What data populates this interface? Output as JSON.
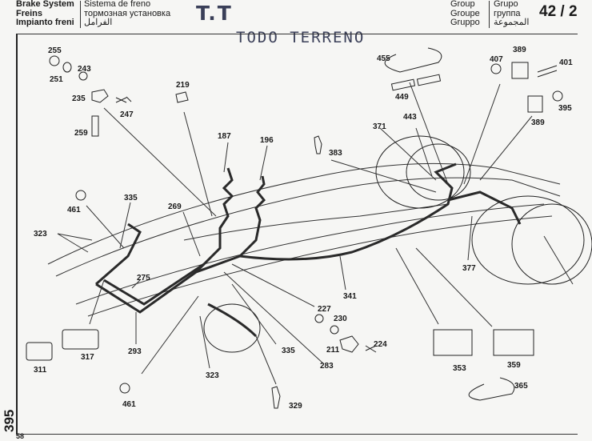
{
  "header": {
    "left_titles": [
      "Brake System",
      "Freins",
      "Impianto freni"
    ],
    "mid_titles": [
      "Sistema de freno",
      "тормозная установка",
      "الفرامل"
    ],
    "group_titles": [
      "Group",
      "Groupe",
      "Gruppo"
    ],
    "group_titles2": [
      "Grupo",
      "группа",
      "المجموعة"
    ],
    "group_code": "42 / 2"
  },
  "stamps": {
    "tt": "T.T",
    "todo_terreno": "TODO TERRENO"
  },
  "margin": {
    "side_number": "395",
    "page_number": "58"
  },
  "part_labels": [
    {
      "id": "255",
      "text": "255"
    },
    {
      "id": "243",
      "text": "243"
    },
    {
      "id": "251",
      "text": "251"
    },
    {
      "id": "235",
      "text": "235"
    },
    {
      "id": "247",
      "text": "247"
    },
    {
      "id": "259",
      "text": "259"
    },
    {
      "id": "219",
      "text": "219"
    },
    {
      "id": "187",
      "text": "187"
    },
    {
      "id": "196",
      "text": "196"
    },
    {
      "id": "383",
      "text": "383"
    },
    {
      "id": "455",
      "text": "455"
    },
    {
      "id": "449",
      "text": "449"
    },
    {
      "id": "443",
      "text": "443"
    },
    {
      "id": "371",
      "text": "371"
    },
    {
      "id": "407",
      "text": "407"
    },
    {
      "id": "389a",
      "text": "389"
    },
    {
      "id": "401",
      "text": "401"
    },
    {
      "id": "395",
      "text": "395"
    },
    {
      "id": "389b",
      "text": "389"
    },
    {
      "id": "461a",
      "text": "461"
    },
    {
      "id": "335a",
      "text": "335"
    },
    {
      "id": "269",
      "text": "269"
    },
    {
      "id": "323a",
      "text": "323"
    },
    {
      "id": "275",
      "text": "275"
    },
    {
      "id": "377",
      "text": "377"
    },
    {
      "id": "341",
      "text": "341"
    },
    {
      "id": "227",
      "text": "227"
    },
    {
      "id": "230",
      "text": "230"
    },
    {
      "id": "224",
      "text": "224"
    },
    {
      "id": "211",
      "text": "211"
    },
    {
      "id": "335b",
      "text": "335"
    },
    {
      "id": "283",
      "text": "283"
    },
    {
      "id": "323b",
      "text": "323"
    },
    {
      "id": "329",
      "text": "329"
    },
    {
      "id": "311",
      "text": "311"
    },
    {
      "id": "317",
      "text": "317"
    },
    {
      "id": "293",
      "text": "293"
    },
    {
      "id": "461b",
      "text": "461"
    },
    {
      "id": "353",
      "text": "353"
    },
    {
      "id": "359",
      "text": "359"
    },
    {
      "id": "365",
      "text": "365"
    }
  ]
}
